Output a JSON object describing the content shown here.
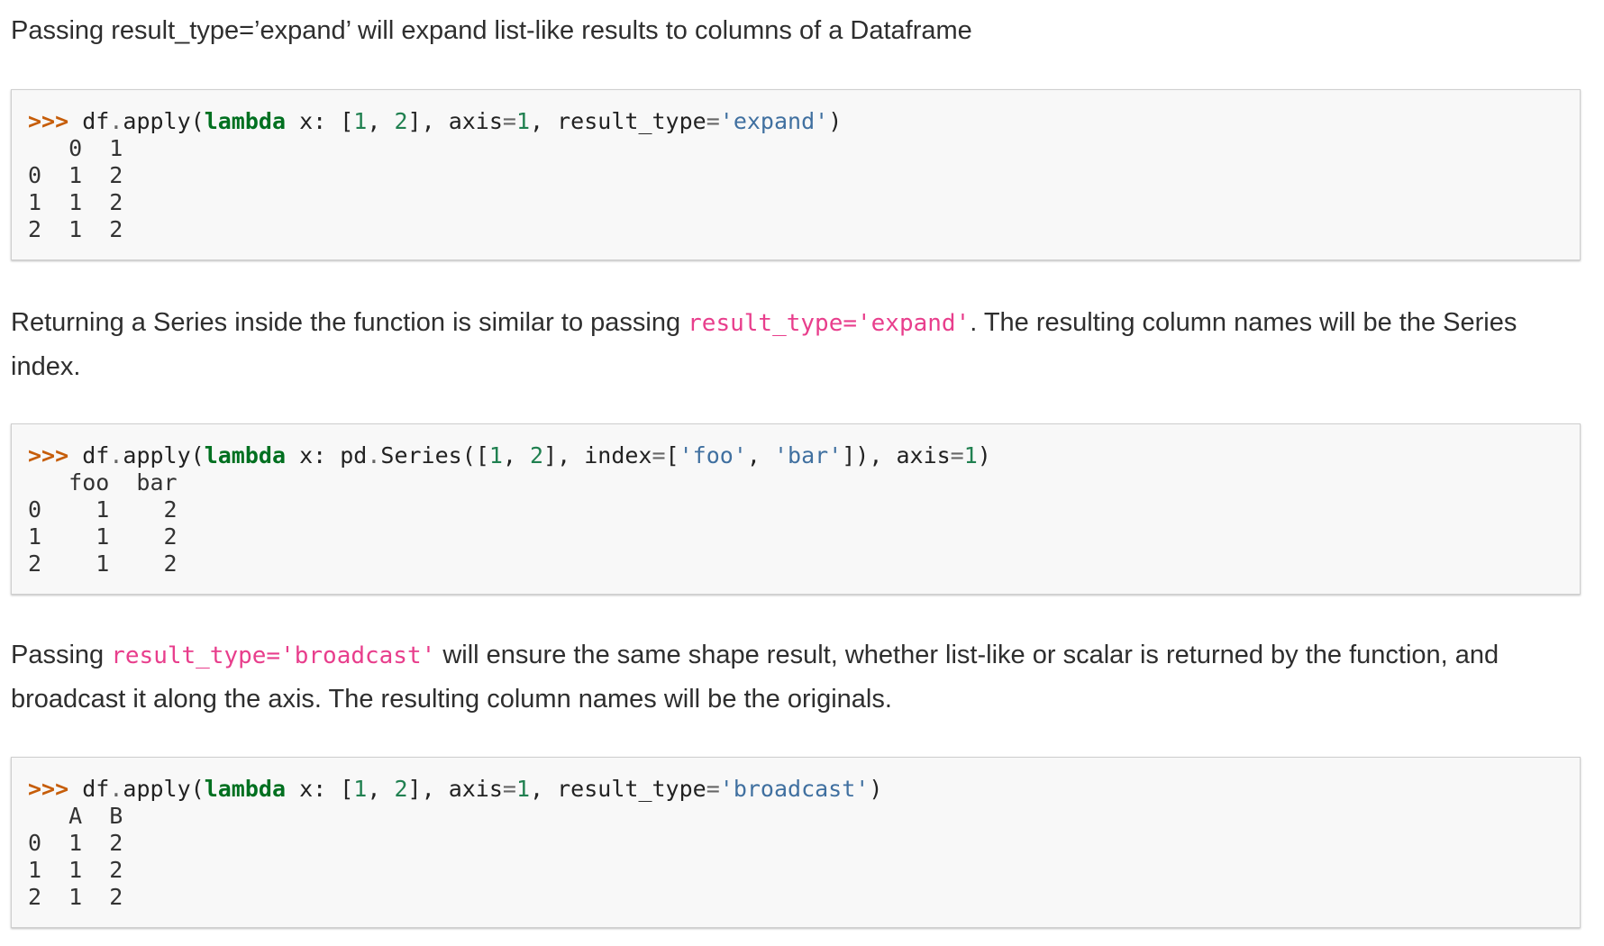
{
  "paragraphs": {
    "p1": "Passing result_type=’expand’ will expand list-like results to columns of a Dataframe",
    "p2_before": "Returning a Series inside the function is similar to passing ",
    "p2_code": "result_type='expand'",
    "p2_after": ". The resulting column names will be the Series index.",
    "p3_before": "Passing ",
    "p3_code": "result_type='broadcast'",
    "p3_after": " will ensure the same shape result, whether list-like or scalar is returned by the function, and broadcast it along the axis. The resulting column names will be the originals."
  },
  "code1": {
    "prompt": ">>>",
    "output": "   0  1\n0  1  2\n1  1  2\n2  1  2"
  },
  "code2": {
    "prompt": ">>>",
    "output": "   foo  bar\n0    1    2\n1    1    2\n2    1    2"
  },
  "code3": {
    "prompt": ">>>",
    "output": "   A  B\n0  1  2\n1  1  2\n2  1  2"
  },
  "tokens": {
    "df": "df",
    "dot": ".",
    "apply": "apply(",
    "lambda": "lambda",
    "x": " x: ",
    "pd": "pd",
    "series": "Series(",
    "lbr": "[",
    "one": "1",
    "comma": ", ",
    "two": "2",
    "rbr": "]",
    "axis": ", axis",
    "eq": "=",
    "result_type": ", result_type",
    "expand": "'expand'",
    "broadcast": "'broadcast'",
    "index": ", index",
    "foo": "'foo'",
    "bar": "'bar'",
    "close": ")",
    "close2": "])"
  },
  "colors": {
    "prompt": "#c65d09",
    "keyword": "#007020",
    "number": "#208050",
    "string": "#4070a0",
    "inline_code": "#e83e8c",
    "code_bg": "#f8f8f8"
  }
}
